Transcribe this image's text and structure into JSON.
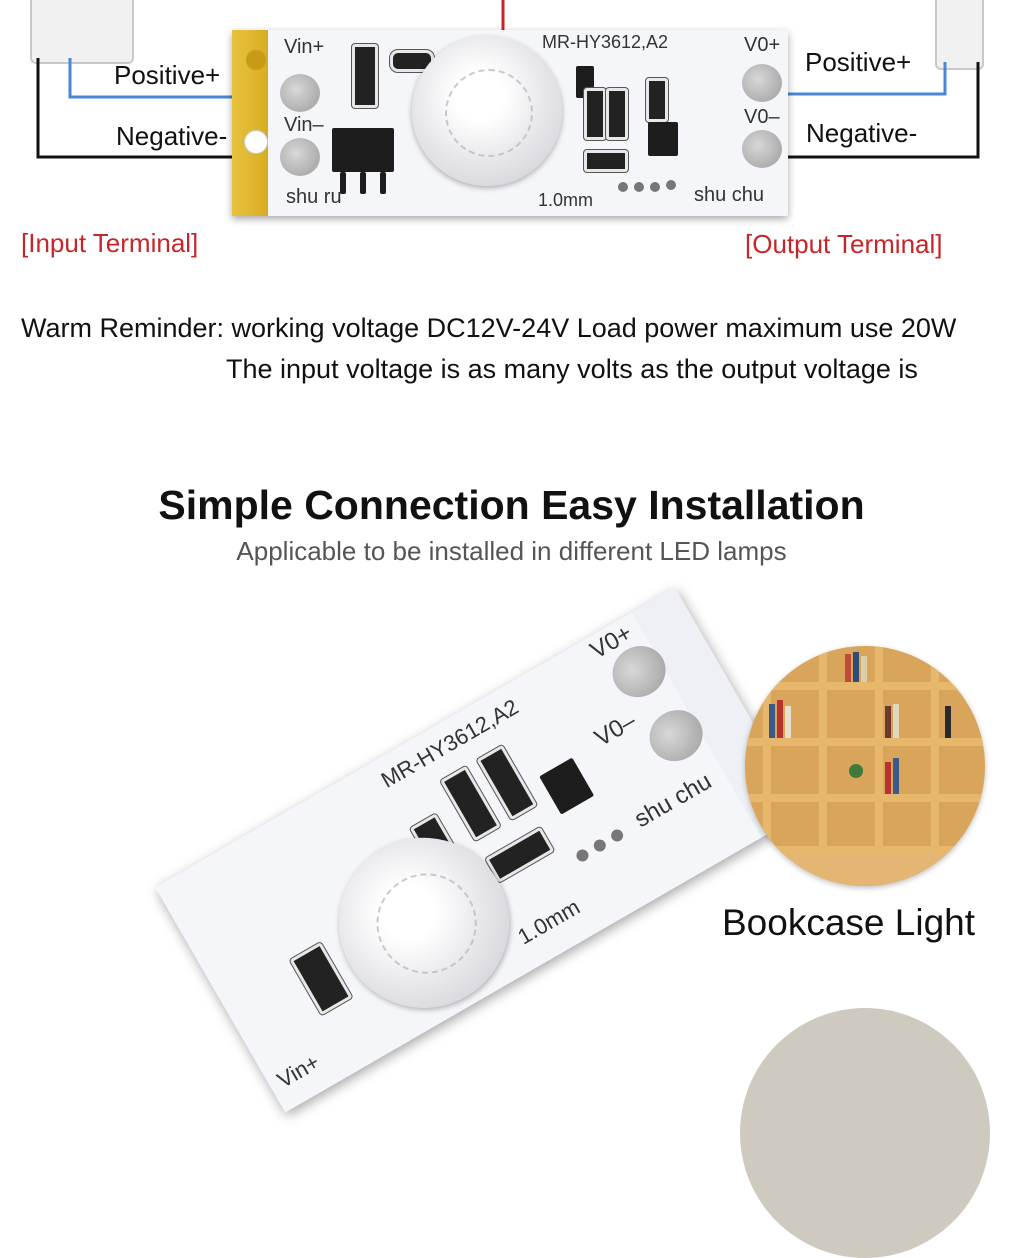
{
  "top_diagram": {
    "board_code": "MR-HY3612,A2",
    "silk_vin_plus": "Vin+",
    "silk_vin_minus": "Vin–",
    "silk_vo_plus": "V0+",
    "silk_vo_minus": "V0–",
    "silk_shu_ru": "shu ru",
    "silk_shu_chu": "shu chu",
    "silk_thickness": "1.0mm",
    "left_positive": "Positive+",
    "left_negative": "Negative-",
    "right_positive": "Positive+",
    "right_negative": "Negative-",
    "input_terminal": "[Input Terminal]",
    "output_terminal": "[Output Terminal]",
    "terminal_color": "#c8252a",
    "positive_wire_color": "#4a86d6",
    "negative_wire_color": "#111111"
  },
  "reminder": {
    "line1": "Warm Reminder: working voltage DC12V-24V Load power maximum use 20W",
    "line2": "The input voltage is as many volts as the output voltage is"
  },
  "section": {
    "title": "Simple Connection Easy Installation",
    "subtitle": "Applicable to be installed in different LED lamps"
  },
  "lower_board": {
    "board_code": "MR-HY3612,A2",
    "silk_vo_plus": "V0+",
    "silk_vo_minus": "V0–",
    "silk_shu_chu": "shu chu",
    "silk_thickness": "1.0mm",
    "silk_vin_plus": "Vin+"
  },
  "application": {
    "bookcase_label": "Bookcase Light"
  }
}
